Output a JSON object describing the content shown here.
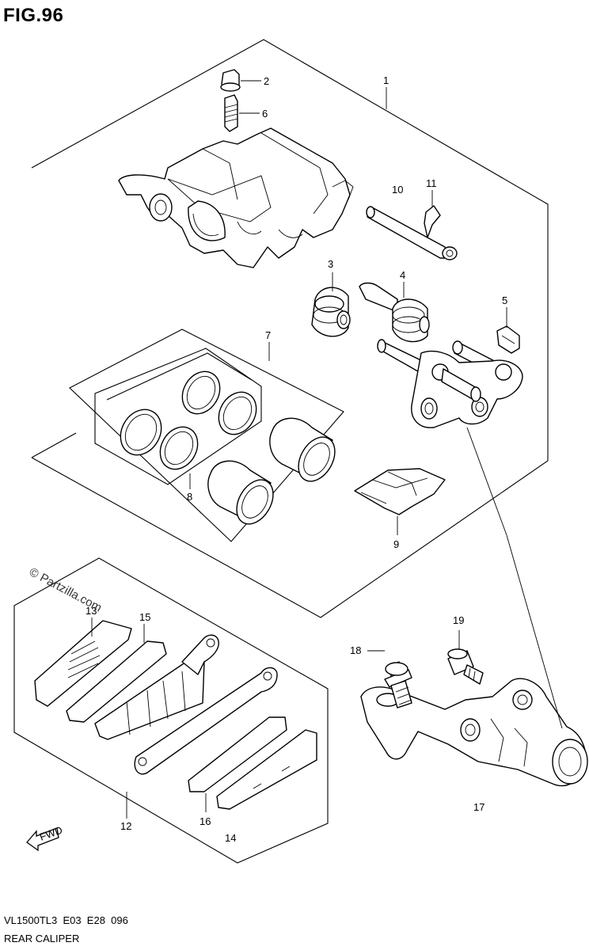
{
  "figure": {
    "title": "FIG.96",
    "model_line": "VL1500TL3  E03  E28  096",
    "caption": "REAR CALIPER",
    "watermark": "© Partzilla.com",
    "fwd_label": "FWD"
  },
  "callouts": [
    {
      "id": "c1",
      "label": "1"
    },
    {
      "id": "c2",
      "label": "2"
    },
    {
      "id": "c3",
      "label": "3"
    },
    {
      "id": "c4",
      "label": "4"
    },
    {
      "id": "c5",
      "label": "5"
    },
    {
      "id": "c6",
      "label": "6"
    },
    {
      "id": "c7",
      "label": "7"
    },
    {
      "id": "c8",
      "label": "8"
    },
    {
      "id": "c9",
      "label": "9"
    },
    {
      "id": "c10",
      "label": "10"
    },
    {
      "id": "c11",
      "label": "11"
    },
    {
      "id": "c12",
      "label": "12"
    },
    {
      "id": "c13",
      "label": "13"
    },
    {
      "id": "c14",
      "label": "14"
    },
    {
      "id": "c15",
      "label": "15"
    },
    {
      "id": "c16",
      "label": "16"
    },
    {
      "id": "c17",
      "label": "17"
    },
    {
      "id": "c18",
      "label": "18"
    },
    {
      "id": "c19",
      "label": "19"
    }
  ]
}
